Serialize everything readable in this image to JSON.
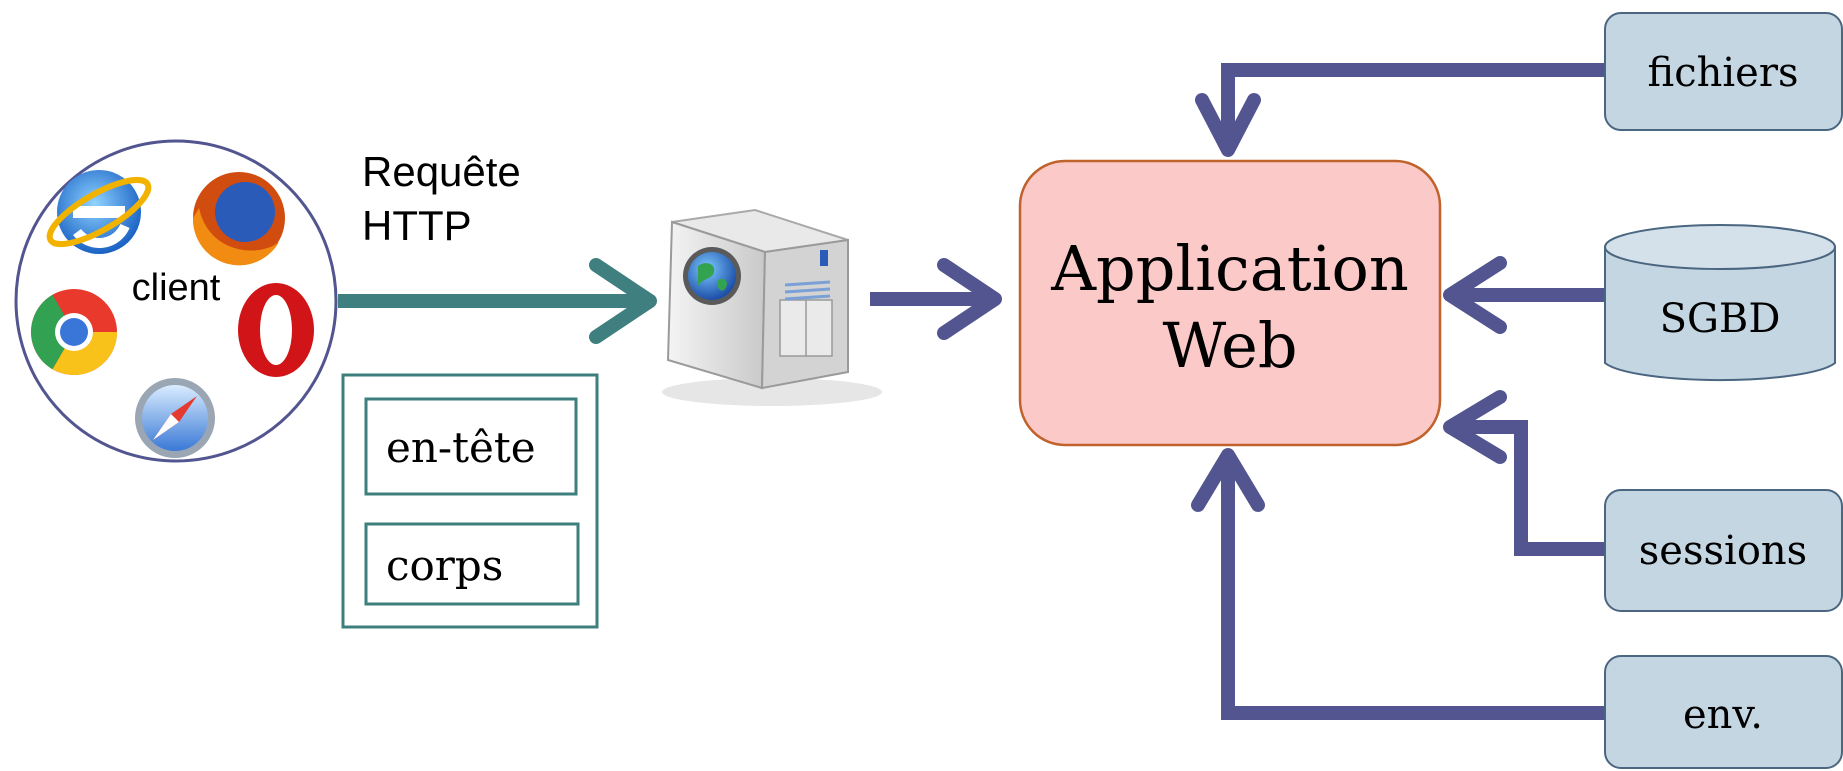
{
  "client": {
    "label": "client",
    "browser_icons": [
      "internet-explorer-icon",
      "firefox-icon",
      "chrome-icon",
      "opera-icon",
      "safari-icon"
    ]
  },
  "request": {
    "label_line1": "Requête",
    "label_line2": "HTTP",
    "parts": [
      "en-tête",
      "corps"
    ]
  },
  "server": {
    "icon": "web-server-icon"
  },
  "application": {
    "line1": "Application",
    "line2": "Web"
  },
  "sources": {
    "files": "fichiers",
    "dbms": "SGBD",
    "sessions": "sessions",
    "env": "env."
  },
  "colors": {
    "teal_arrow": "#3f7f7f",
    "purple_arrow": "#52558f",
    "app_fill": "#fcc9c9",
    "app_border": "#c0622c",
    "source_fill": "#c5d6e3",
    "source_border": "#4a6680",
    "box_border": "#3d7f7c"
  }
}
